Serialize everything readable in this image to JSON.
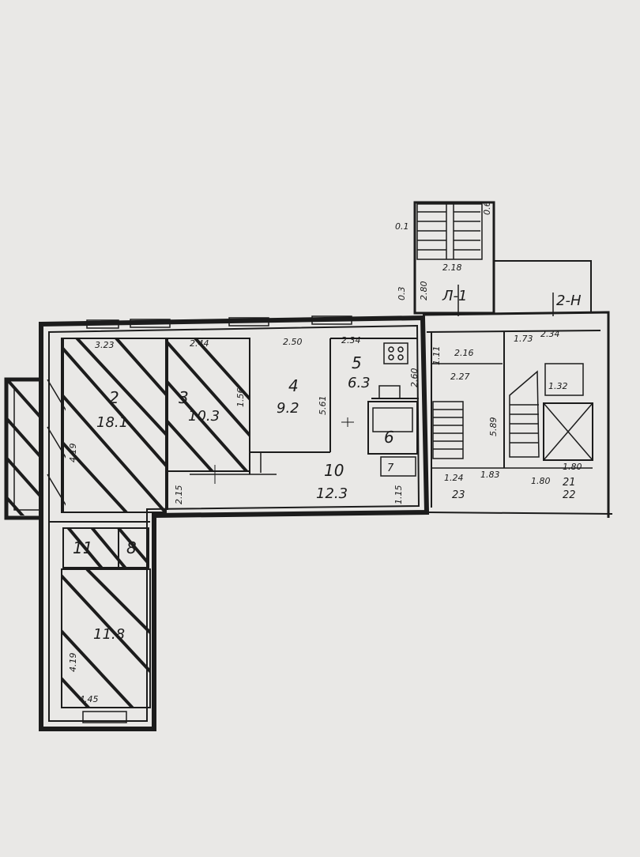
{
  "sheet": {
    "paper_color": "#e9e8e6",
    "ink_color": "#1c1c1c"
  },
  "rooms": [
    {
      "id": "r2",
      "number": "2",
      "area": "18.1"
    },
    {
      "id": "r3",
      "number": "3",
      "area": "10.3"
    },
    {
      "id": "r4",
      "number": "4",
      "area": "9.2"
    },
    {
      "id": "r5",
      "number": "5",
      "area": "6.3"
    },
    {
      "id": "r6",
      "number": "6",
      "area": ""
    },
    {
      "id": "r7",
      "number": "7",
      "area": ""
    },
    {
      "id": "r10",
      "number": "10",
      "area": "12.3"
    },
    {
      "id": "r11",
      "number": "11",
      "area": ""
    },
    {
      "id": "r8",
      "number": "8",
      "area": ""
    },
    {
      "id": "r9",
      "number": "",
      "area": "11.8"
    }
  ],
  "dimensions": {
    "d223": "3.23",
    "d244": "2.44",
    "d250": "2.50",
    "d234": "2.34",
    "d216": "2.16",
    "d173": "1.73",
    "d234b": "2.34",
    "d218": "2.18",
    "d227": "2.27",
    "d132": "1.32",
    "d183": "1.83",
    "d180": "1.80",
    "d180b": "1.80",
    "d124": "1.24",
    "d445": "4.45",
    "d419": "4.19",
    "d156": "1.56",
    "d561": "5.61",
    "d260": "2.60",
    "d589": "5.89",
    "d115": "1.15",
    "d215": "2.15",
    "d419b": "4.19",
    "d111": "1.11",
    "d01": "0.1",
    "d06": "0.6",
    "d2r": "2.80",
    "d03": "0.3"
  },
  "labels": {
    "section1": "Л-1",
    "section2": "2-Н",
    "code21": "21",
    "code22": "22",
    "code23": "23"
  }
}
